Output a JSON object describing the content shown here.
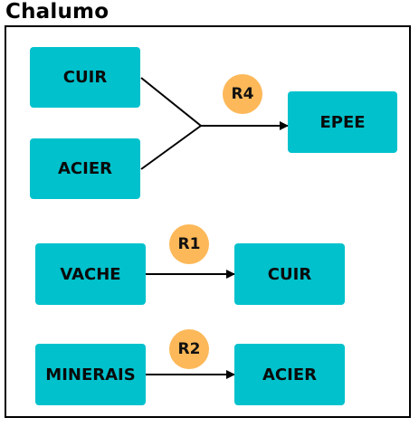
{
  "title": "Chalumo",
  "colors": {
    "node": "#00c1cc",
    "badge": "#fdb859",
    "line": "#000000"
  },
  "nodes": {
    "cuir_top": "CUIR",
    "acier_top": "ACIER",
    "epee": "EPEE",
    "vache": "VACHE",
    "cuir_bottom": "CUIR",
    "minerais": "MINERAIS",
    "acier_bottom": "ACIER"
  },
  "rules": {
    "r4": "R4",
    "r1": "R1",
    "r2": "R2"
  }
}
